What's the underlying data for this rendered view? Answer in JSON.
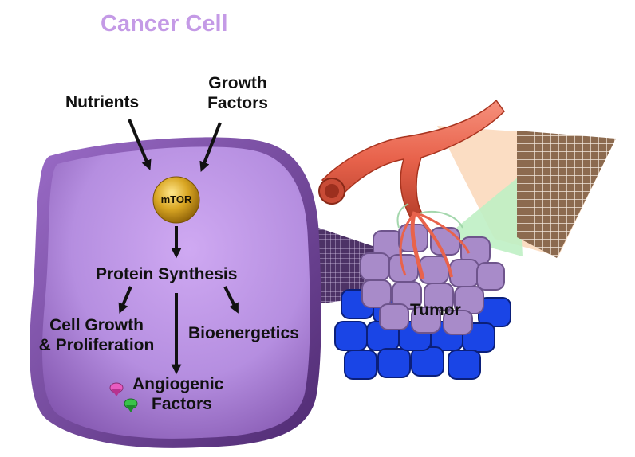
{
  "title": "Cancer Cell",
  "inputs": {
    "nutrients": "Nutrients",
    "growth_factors_1": "Growth",
    "growth_factors_2": "Factors"
  },
  "cell": {
    "kinase": "mTOR",
    "protein_synthesis": "Protein Synthesis",
    "growth_1": "Cell Growth",
    "growth_2": "& Proliferation",
    "bioenergetics": "Bioenergetics",
    "angio_1": "Angiogenic",
    "angio_2": "Factors"
  },
  "tumor": {
    "label": "Tumor"
  },
  "colors": {
    "title": "#c49ae6",
    "cell_fill": "#b58ee0",
    "cell_dark": "#6a3f92",
    "mtor_gold": "#c8961a",
    "vessel": "#e8634c",
    "tumor_purple": "#a88bc9",
    "tumor_blue": "#1a45e6",
    "peach_panel": "#fbd9bd",
    "green_panel": "#bff0c4",
    "brown_panel": "#8c6a4f"
  },
  "icons": [
    "arrow-icon",
    "vessel-icon",
    "pink-gem-icon",
    "green-gem-icon"
  ]
}
